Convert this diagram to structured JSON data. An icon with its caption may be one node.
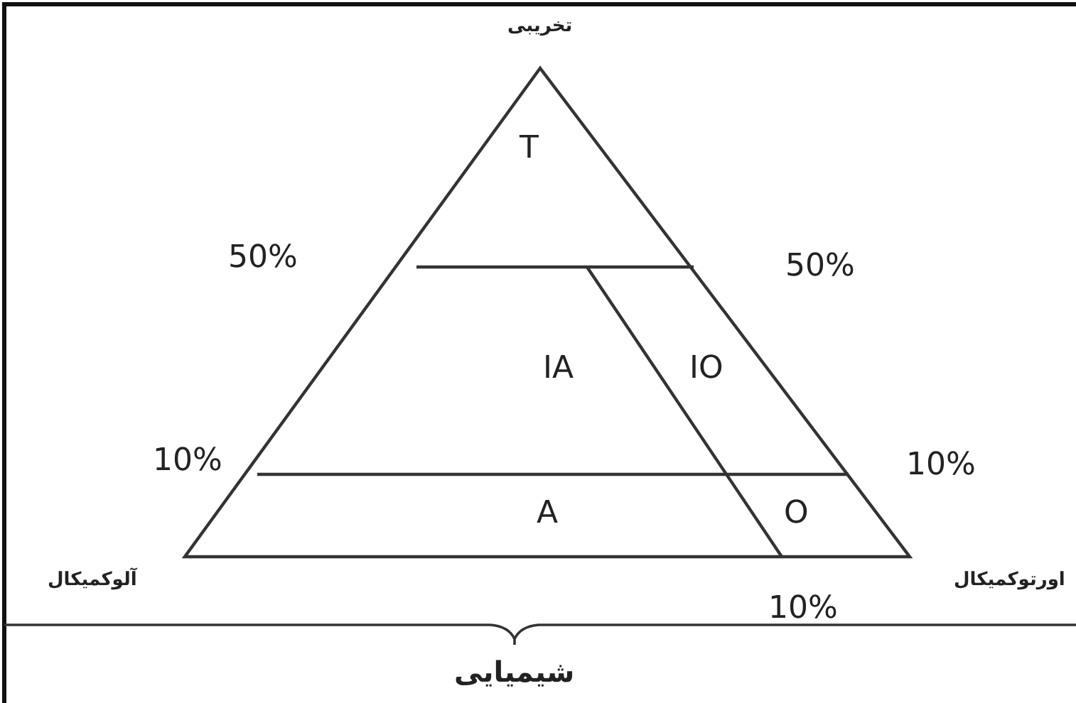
{
  "diagram": {
    "labels": [
      "تخریبی",
      "T",
      "50%",
      "50%",
      "IA",
      "IO",
      "10%",
      "10%",
      "A",
      "O",
      "آلوکمیکال",
      "اورتوکمیکال",
      "10%",
      "شیمیایی"
    ]
  }
}
